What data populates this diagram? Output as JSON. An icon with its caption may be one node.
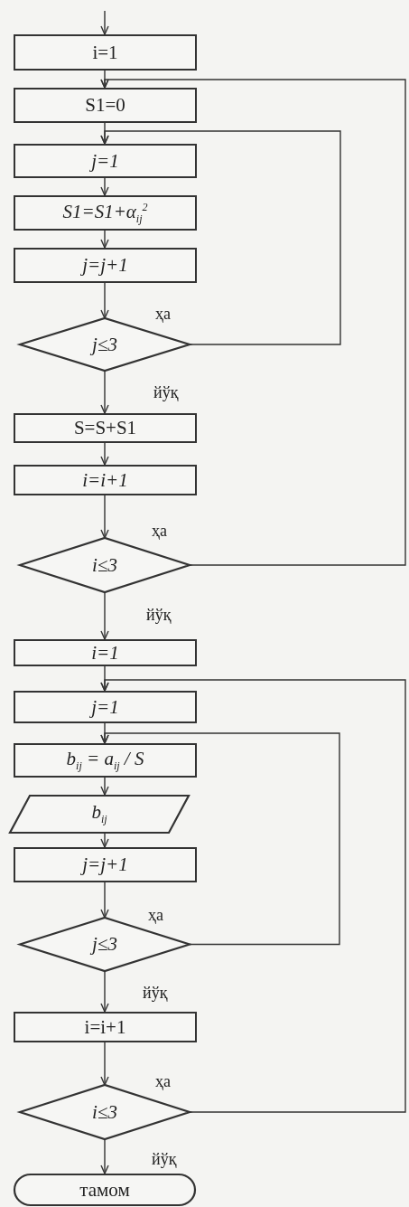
{
  "diagram": {
    "nodes": [
      {
        "text": [
          "i=1"
        ]
      },
      {
        "text": [
          "S1=0"
        ]
      },
      {
        "text": [
          "j=1"
        ]
      },
      {
        "text": [
          "S1=S1+α$_{ij}$$^{2}$"
        ]
      },
      {
        "text": [
          "j=j+1"
        ]
      },
      {
        "text": [
          "j≤3"
        ]
      },
      {
        "text": [
          "S=S+S1"
        ]
      },
      {
        "text": [
          "i=i+1"
        ]
      },
      {
        "text": [
          "i≤3"
        ]
      },
      {
        "text": [
          "i=1"
        ]
      },
      {
        "text": [
          "j=1"
        ]
      },
      {
        "text": [
          "b$_{ij}$ = a$_{ij}$ / S"
        ]
      },
      {
        "text": [
          "b$_{ij}$"
        ]
      },
      {
        "text": [
          "j=j+1"
        ]
      },
      {
        "text": [
          "j≤3"
        ]
      },
      {
        "text": [
          "i=i+1"
        ]
      },
      {
        "text": [
          "i≤3"
        ]
      },
      {
        "text": [
          "тамом"
        ]
      }
    ],
    "edges": [
      {
        "from": null,
        "to": 0,
        "arrow": "to"
      },
      {
        "from": 0,
        "to": 1,
        "arrow": "to"
      },
      {
        "from": 1,
        "to": 2,
        "arrow": "to"
      },
      {
        "from": 2,
        "to": 3,
        "arrow": "to"
      },
      {
        "from": 3,
        "to": 4,
        "arrow": "to"
      },
      {
        "from": 4,
        "to": 5,
        "arrow": "to"
      },
      {
        "from": 5,
        "to": 2,
        "arrow": "to",
        "label": "ҳа"
      },
      {
        "from": 5,
        "to": 6,
        "arrow": "to",
        "label": "йўқ"
      },
      {
        "from": 6,
        "to": 7,
        "arrow": "to"
      },
      {
        "from": 7,
        "to": 8,
        "arrow": "to"
      },
      {
        "from": 8,
        "to": 1,
        "arrow": "to",
        "label": "ҳа"
      },
      {
        "from": 8,
        "to": 9,
        "arrow": "to",
        "label": "йўқ"
      },
      {
        "from": 9,
        "to": 10,
        "arrow": "to"
      },
      {
        "from": 10,
        "to": 11,
        "arrow": "to"
      },
      {
        "from": 11,
        "to": 12,
        "arrow": "to"
      },
      {
        "from": 12,
        "to": 13,
        "arrow": "to"
      },
      {
        "from": 13,
        "to": 14,
        "arrow": "to"
      },
      {
        "from": 14,
        "to": 11,
        "arrow": "to",
        "label": "ҳа"
      },
      {
        "from": 14,
        "to": 15,
        "arrow": "to",
        "label": "йўқ"
      },
      {
        "from": 15,
        "to": 16,
        "arrow": "to"
      },
      {
        "from": 16,
        "to": 10,
        "arrow": "to",
        "label": "ҳа"
      },
      {
        "from": 16,
        "to": 17,
        "arrow": "to",
        "label": "йўқ"
      }
    ]
  }
}
